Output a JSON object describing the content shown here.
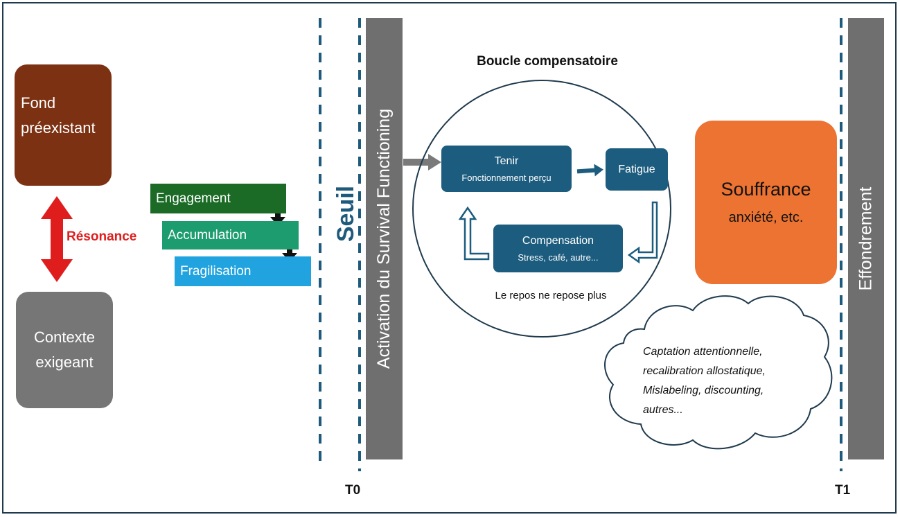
{
  "left_panel": {
    "fond": [
      "Fond",
      "préexistant"
    ],
    "contexte": [
      "Contexte",
      "exigeant"
    ],
    "resonance": "Résonance"
  },
  "stages": [
    "Engagement",
    "Accumulation",
    "Fragilisation"
  ],
  "threshold": "Seuil",
  "activation_bar": "Activation du Survival Functioning",
  "collapse_bar": "Effondrement",
  "time_markers": {
    "t0": "T0",
    "t1": "T1"
  },
  "loop": {
    "title": "Boucle compensatoire",
    "tenir": {
      "title": "Tenir",
      "subtitle": "Fonctionnement perçu"
    },
    "fatigue": "Fatigue",
    "compensation": {
      "title": "Compensation",
      "subtitle": "Stress, café, autre..."
    },
    "caption": "Le repos ne repose plus"
  },
  "suffering": {
    "title": "Souffrance",
    "subtitle": "anxiété, etc."
  },
  "cloud": [
    "Captation attentionnelle,",
    "recalibration allostatique,",
    "Mislabeling, discounting,",
    "autres..."
  ],
  "colors": {
    "fond": "#7b3112",
    "contexte": "#767676",
    "resonance": "#e01d1d",
    "engagement": "#1b6b26",
    "accumulation": "#1c9c6f",
    "fragilisation": "#21a3df",
    "loop_node": "#1c5c7e",
    "bars": "#6f6f6f",
    "suffering": "#ec7331",
    "dashed": "#1e5a7c"
  }
}
